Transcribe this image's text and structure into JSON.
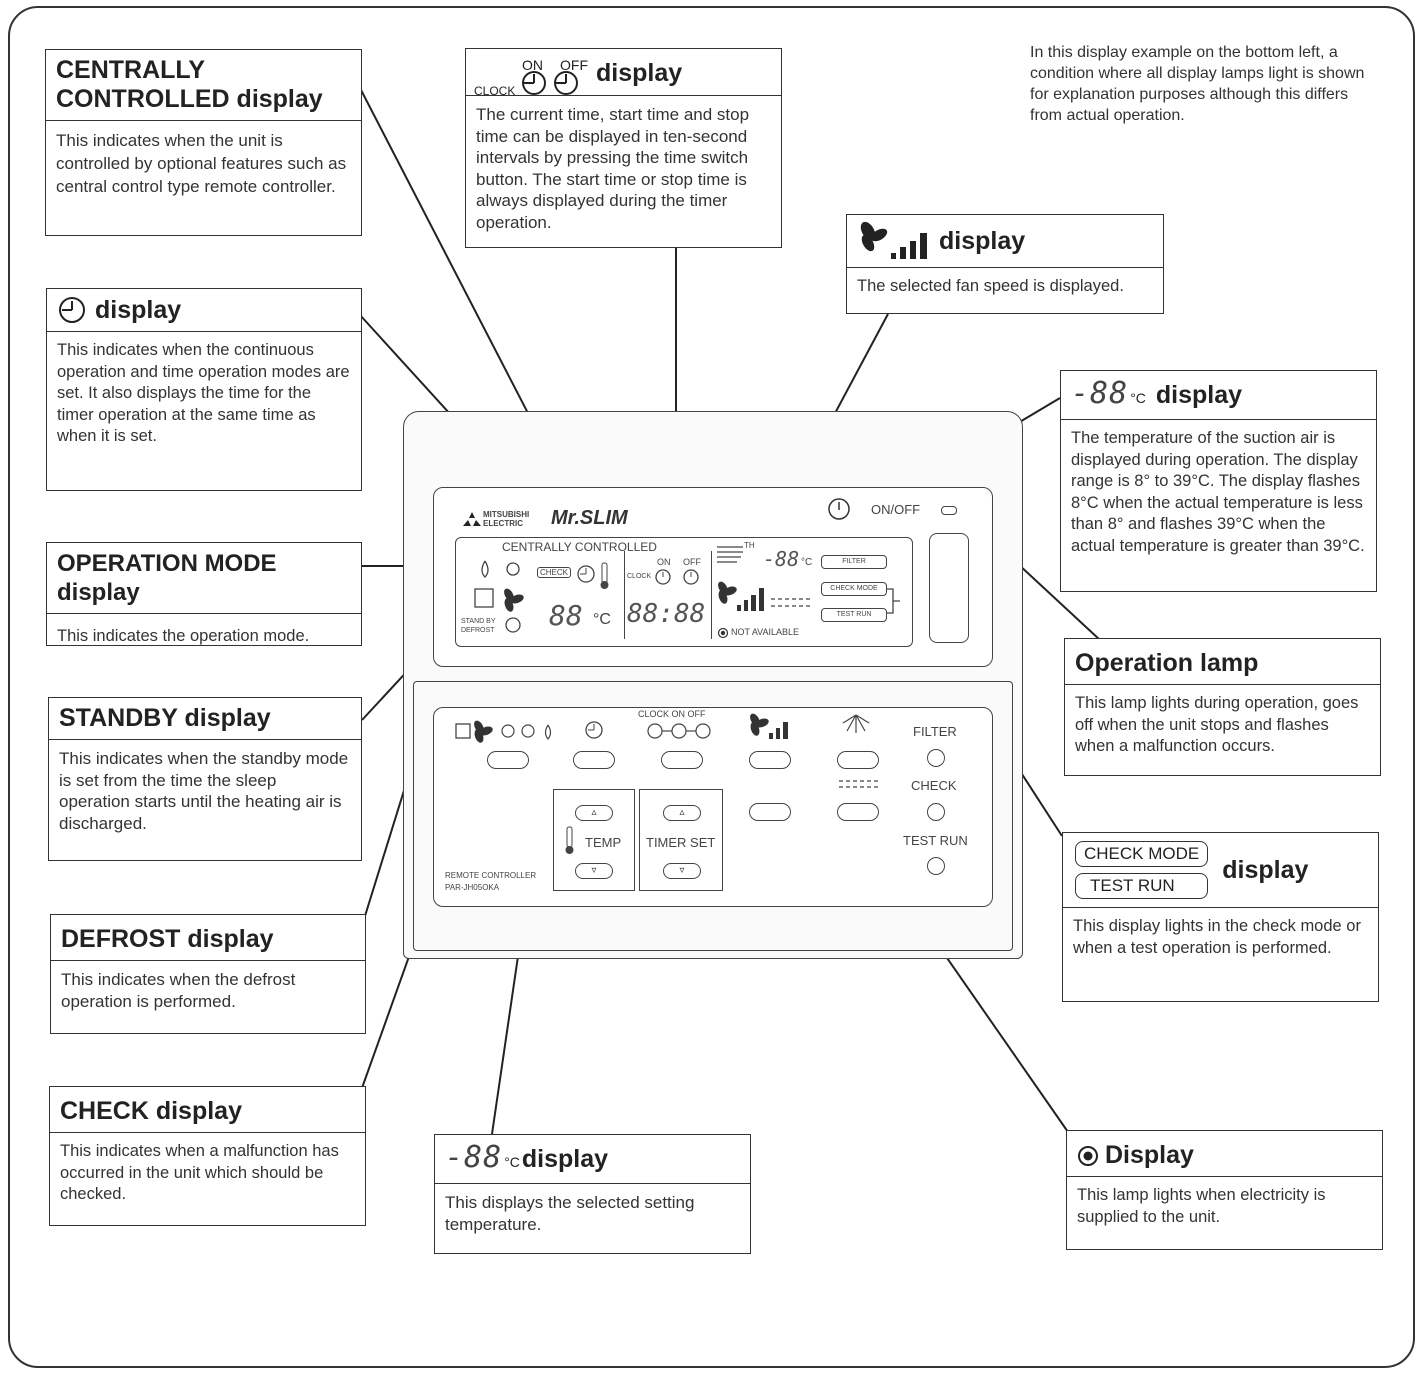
{
  "note": "In this display example on the bottom left, a condition where all display lamps light is shown for explanation purposes although this differs from actual operation.",
  "callouts": {
    "centrally": {
      "title": "CENTRALLY CONTROLLED display",
      "body": "This indicates when the unit is controlled by optional features such as central control type remote controller."
    },
    "clock": {
      "title": "display",
      "body": "This indicates when the continuous operation and time operation modes are set. It also displays the time for the timer operation at the same time as when it is set."
    },
    "opmode": {
      "title": "OPERATION MODE display",
      "body": "This indicates the operation mode."
    },
    "standby": {
      "title": "STANDBY display",
      "body": "This indicates when the standby mode is set from the time the sleep operation starts until the heating air is discharged."
    },
    "defrost": {
      "title": "DEFROST display",
      "body": "This indicates when the defrost operation is performed."
    },
    "check": {
      "title": "CHECK display",
      "body": "This indicates when a malfunction has occurred in the unit which should be checked."
    },
    "settemp": {
      "seg": "-88",
      "unit": "°C",
      "title": "display",
      "body": "This displays the selected setting temperature."
    },
    "timer": {
      "clock_label": "CLOCK",
      "on_label": "ON",
      "off_label": "OFF",
      "title": "display",
      "body": "The current time, start time and stop time can be displayed in ten-second intervals by pressing the time switch button. The start time or stop time is always displayed during the timer operation."
    },
    "fan": {
      "title": "display",
      "body": "The selected fan speed is displayed."
    },
    "suction": {
      "seg": "-88",
      "unit": "°C",
      "title": "display",
      "body": "The temperature of the suction air is displayed during operation. The display range is 8° to 39°C. The display flashes 8°C when the actual temperature is less than 8° and flashes 39°C when the actual temperature is greater than 39°C."
    },
    "oplamp": {
      "title": "Operation lamp",
      "body": "This lamp lights during operation, goes off when the unit stops and flashes when a malfunction occurs."
    },
    "checkmode": {
      "tag1": "CHECK MODE",
      "tag2": "TEST RUN",
      "title": "display",
      "body": "This display lights in the check mode or when a test operation is performed."
    },
    "power": {
      "title": "Display",
      "body": "This lamp lights when electricity is supplied to the unit."
    }
  },
  "remote": {
    "brand": "MITSUBISHI ELECTRIC",
    "model_logo": "Mr.SLIM",
    "onoff_label": "ON/OFF",
    "central_label": "CENTRALLY CONTROLLED",
    "check_tag": "CHECK",
    "standby_label": "STAND BY",
    "defrost_label": "DEFROST",
    "set_temp": "88",
    "set_temp_unit": "°C",
    "time_display": "88:88",
    "clock_small": "CLOCK",
    "on_small": "ON",
    "off_small": "OFF",
    "room_temp": "-88",
    "room_temp_unit": "°C",
    "th_label": "TH",
    "not_available": "NOT AVAILABLE",
    "filter_tag": "FILTER",
    "checkmode_tag": "CHECK MODE",
    "testrun_tag": "TEST RUN",
    "btn_clock_label": "CLOCK ON OFF",
    "filter_label": "FILTER",
    "check_label": "CHECK",
    "testrun_label": "TEST RUN",
    "temp_label": "TEMP",
    "timerset_label": "TIMER SET",
    "model_label": "REMOTE CONTROLLER",
    "model_no": "PAR-JH05OKA"
  }
}
